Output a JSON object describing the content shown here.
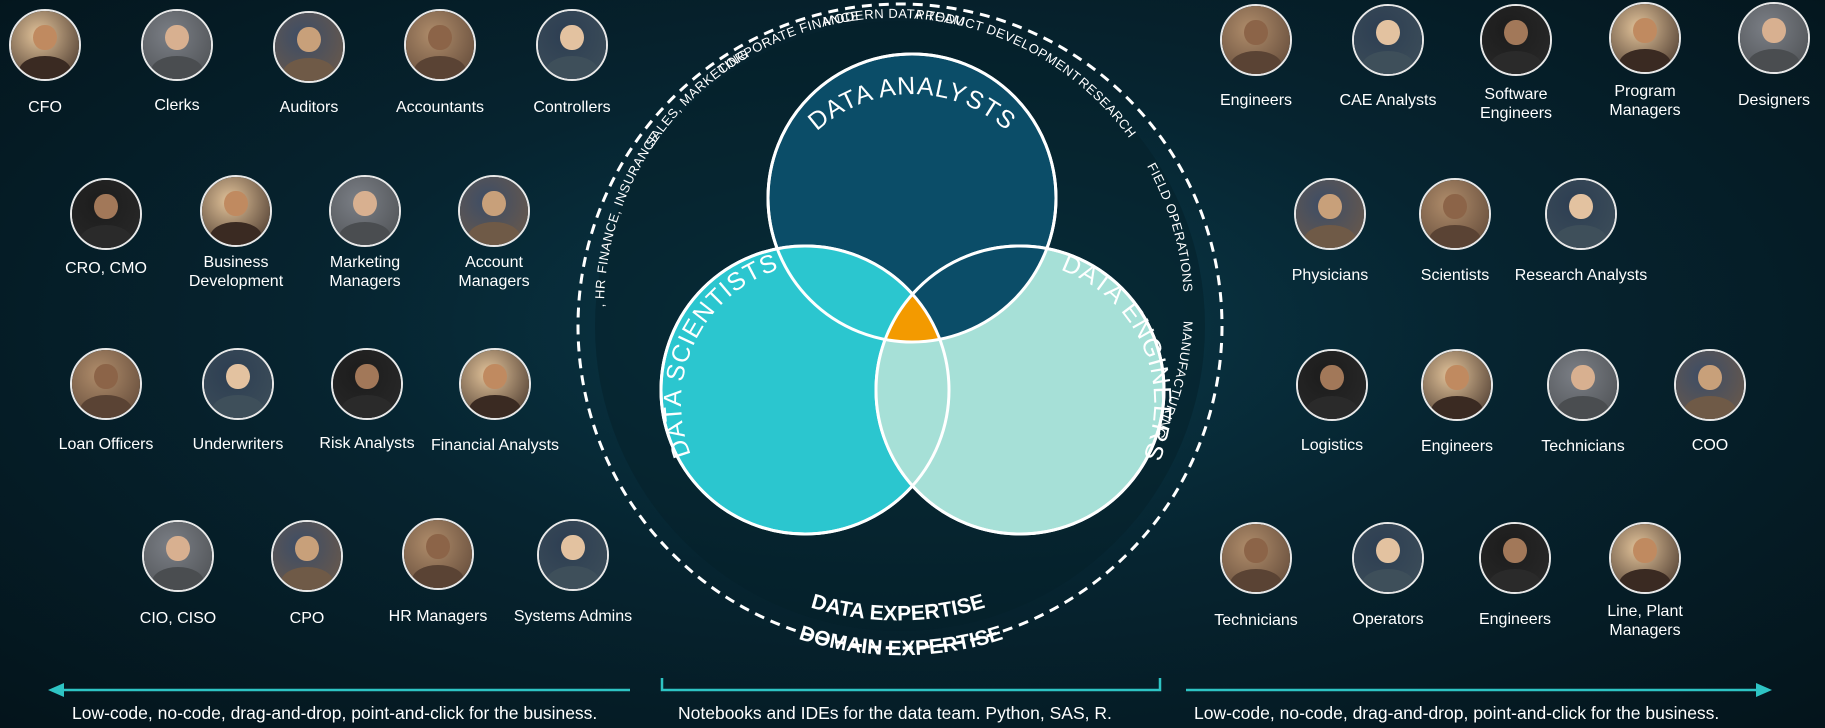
{
  "left_people": [
    {
      "label": "CFO"
    },
    {
      "label": "Clerks"
    },
    {
      "label": "Auditors"
    },
    {
      "label": "Accountants"
    },
    {
      "label": "Controllers"
    },
    {
      "label": "CRO, CMO"
    },
    {
      "label": "Business\nDevelopment"
    },
    {
      "label": "Marketing\nManagers"
    },
    {
      "label": "Account\nManagers"
    },
    {
      "label": "Loan Officers"
    },
    {
      "label": "Underwriters"
    },
    {
      "label": "Risk Analysts"
    },
    {
      "label": "Financial Analysts"
    },
    {
      "label": "CIO, CISO"
    },
    {
      "label": "CPO"
    },
    {
      "label": "HR Managers"
    },
    {
      "label": "Systems Admins"
    }
  ],
  "right_people": [
    {
      "label": "Engineers"
    },
    {
      "label": "CAE Analysts"
    },
    {
      "label": "Software\nEngineers"
    },
    {
      "label": "Program\nManagers"
    },
    {
      "label": "Designers"
    },
    {
      "label": "Physicians"
    },
    {
      "label": "Scientists"
    },
    {
      "label": "Research Analysts"
    },
    {
      "label": "Logistics"
    },
    {
      "label": "Engineers"
    },
    {
      "label": "Technicians"
    },
    {
      "label": "COO"
    },
    {
      "label": "Technicians"
    },
    {
      "label": "Operators"
    },
    {
      "label": "Engineers"
    },
    {
      "label": "Line, Plant\nManagers"
    }
  ],
  "ring_labels": {
    "modern_data_team": "MODERN DATA TEAM",
    "corporate_finance": "CORPORATE FINANCE",
    "product_development": "PRODUCT DEVELOPMENT",
    "sales_marketing": "SALES, MARKETING",
    "research": "RESEARCH",
    "finance_insurance": "FINANCE, INSURANCE",
    "field_operations": "FIELD OPERATIONS",
    "it_hr": "IT, HR",
    "manufacturing": "MANUFACTURING"
  },
  "venn": {
    "data_analysts": "DATA ANALYSTS",
    "data_scientists": "DATA SCIENTISTS",
    "data_engineers": "DATA ENGINEERS",
    "data_expertise": "DATA EXPERTISE",
    "domain_expertise": "DOMAIN EXPERTISE"
  },
  "footer": {
    "left": "Low-code, no-code, drag-and-drop, point-and-click for the business.",
    "center": "Notebooks and IDEs for the data team. Python, SAS, R.",
    "right": "Low-code, no-code, drag-and-drop, point-and-click for the business."
  },
  "colors": {
    "analysts": "#0b4d68",
    "scientists": "#2bc6cf",
    "engineers": "#a6e0d7",
    "center": "#f39a00",
    "accent": "#2ec4c4"
  }
}
